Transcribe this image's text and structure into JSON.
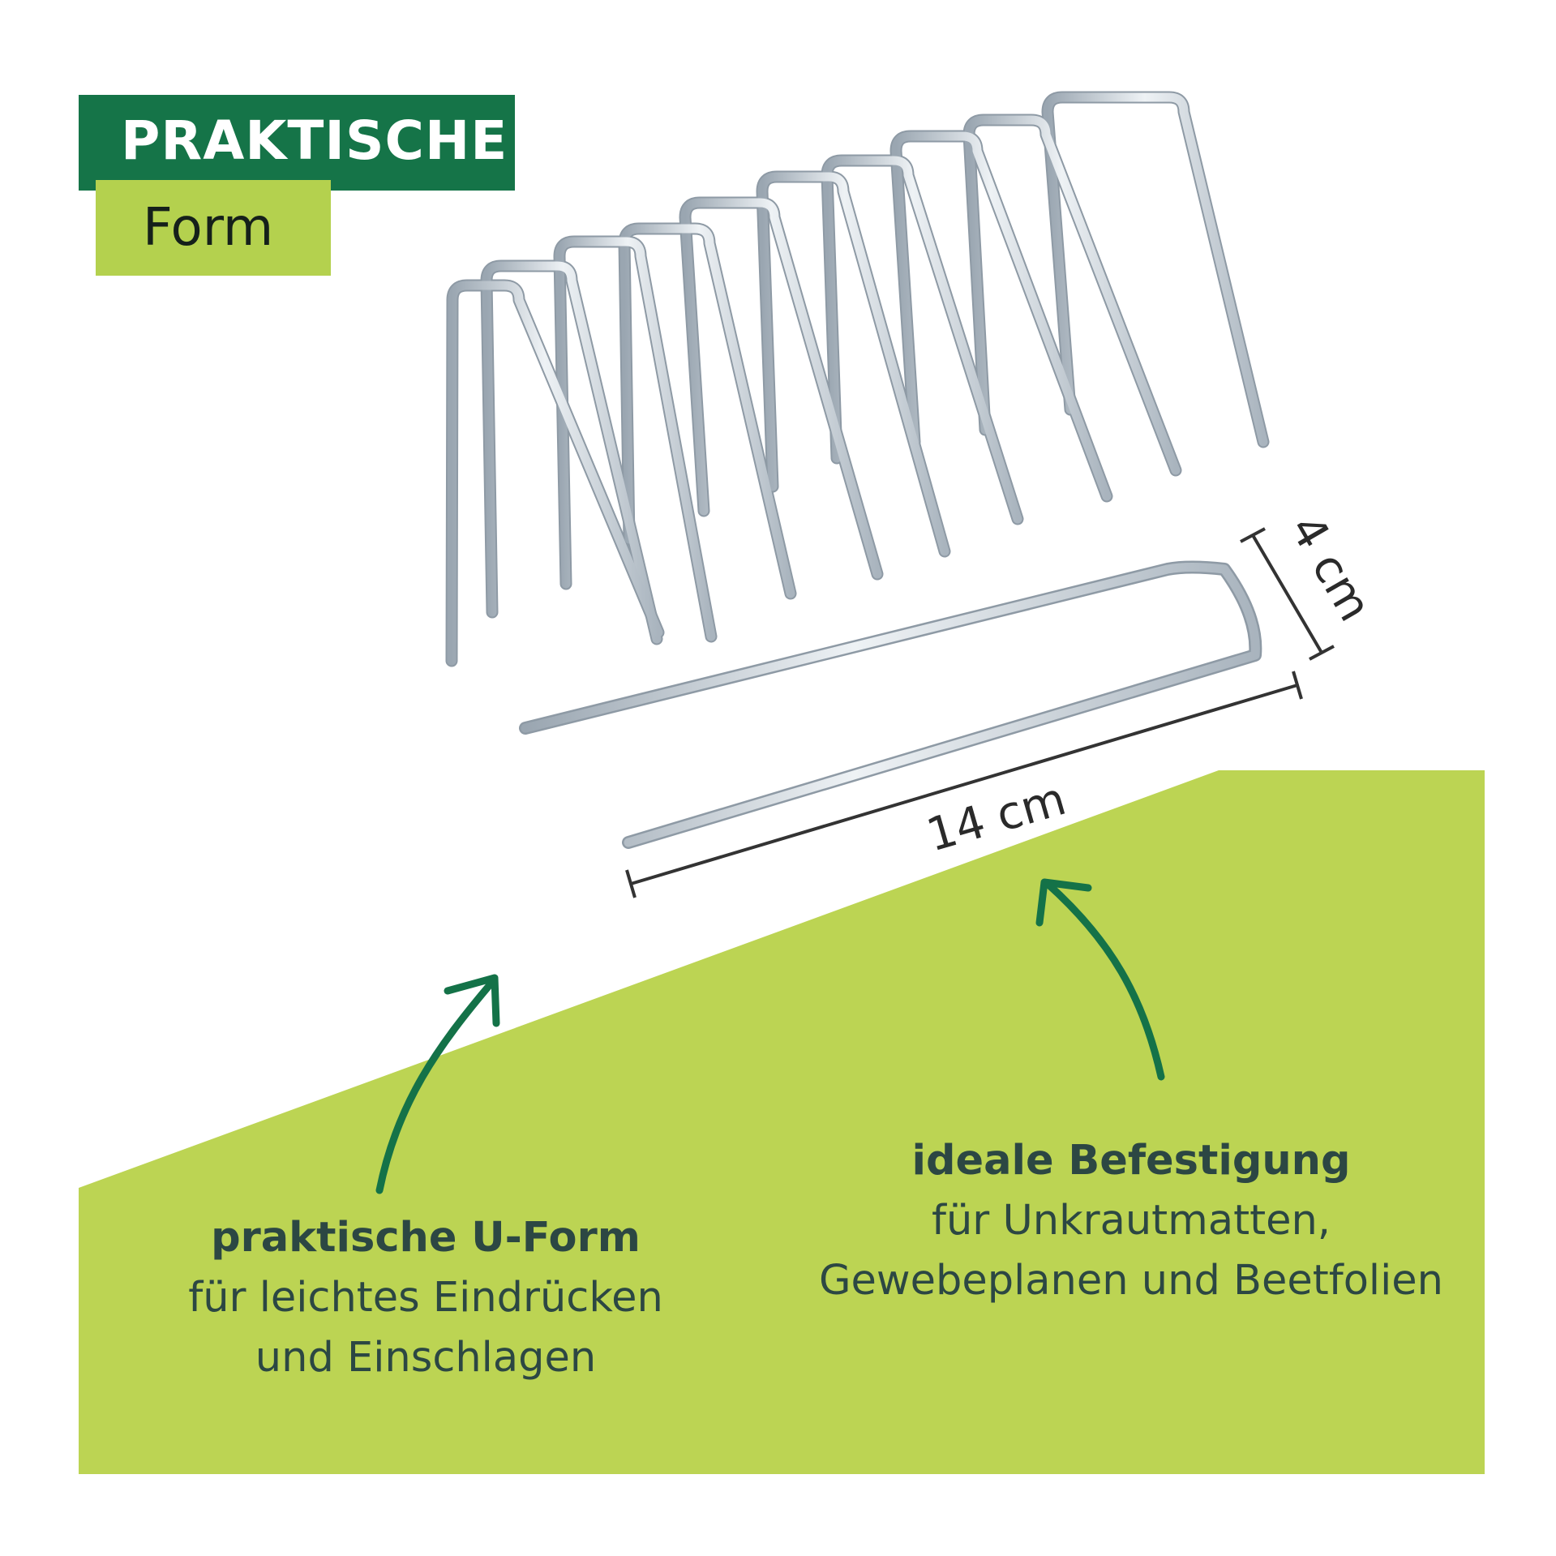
{
  "badge": {
    "title": "PRAKTISCHE",
    "subtitle": "Form"
  },
  "dimensions": {
    "length": "14 cm",
    "width": "4 cm"
  },
  "captions": {
    "left": {
      "lead": "praktische U-Form",
      "line1": "für leichtes Eindrücken",
      "line2": "und Einschlagen"
    },
    "right": {
      "lead": "ideale Befestigung",
      "line1": "für Unkrautmatten,",
      "line2": "Gewebeplanen und Beetfolien"
    }
  },
  "colors": {
    "dark_green": "#157448",
    "lime": "#b4d14e",
    "panel": "#bcd453",
    "arrow": "#147248",
    "text": "#2c4743",
    "steel": "#c9d2d9"
  },
  "icons": [
    "u-pin-icon",
    "arrow-up-icon"
  ]
}
